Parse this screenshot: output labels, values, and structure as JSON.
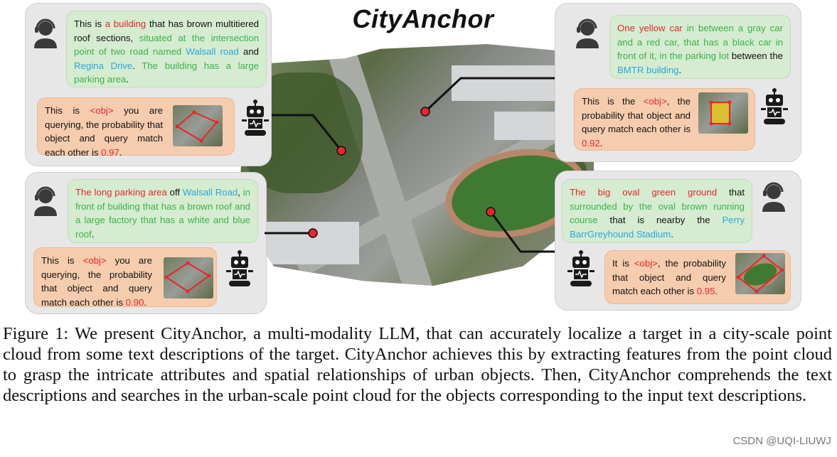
{
  "title": "CityAnchor",
  "panels": {
    "top_left": {
      "query": [
        {
          "t": "This is ",
          "c": ""
        },
        {
          "t": "a building",
          "c": "red"
        },
        {
          "t": " that has brown multitiered roof sections, ",
          "c": ""
        },
        {
          "t": "situated at the intersection point of two road named",
          "c": "grn"
        },
        {
          "t": " ",
          "c": ""
        },
        {
          "t": "Walsall road",
          "c": "blu"
        },
        {
          "t": " and ",
          "c": ""
        },
        {
          "t": "Regina Drive",
          "c": "blu"
        },
        {
          "t": ". ",
          "c": ""
        },
        {
          "t": "The building has a large parking area",
          "c": "grn"
        },
        {
          "t": ".",
          "c": ""
        }
      ],
      "answer": [
        {
          "t": "This is ",
          "c": ""
        },
        {
          "t": "<obj>",
          "c": "red"
        },
        {
          "t": " you are querying, the probability that object and query match each other is ",
          "c": ""
        },
        {
          "t": "0.97",
          "c": "red"
        },
        {
          "t": ".",
          "c": ""
        }
      ]
    },
    "bottom_left": {
      "query": [
        {
          "t": "The long parking area",
          "c": "red"
        },
        {
          "t": " off ",
          "c": ""
        },
        {
          "t": "Walsall Road",
          "c": "blu"
        },
        {
          "t": ", ",
          "c": ""
        },
        {
          "t": "in front of building that has a brown roof and a large factory that has a white and blue roof",
          "c": "grn"
        },
        {
          "t": ".",
          "c": ""
        }
      ],
      "answer": [
        {
          "t": "This is ",
          "c": ""
        },
        {
          "t": "<obj>",
          "c": "red"
        },
        {
          "t": " you are querying, the probability that object and query match each other is ",
          "c": ""
        },
        {
          "t": "0.90",
          "c": "red"
        },
        {
          "t": ".",
          "c": ""
        }
      ]
    },
    "top_right": {
      "query": [
        {
          "t": "One yellow car",
          "c": "red"
        },
        {
          "t": " ",
          "c": ""
        },
        {
          "t": "in between a gray car and a red car, that has a black car in front of it, in the parking lot",
          "c": "grn"
        },
        {
          "t": " between the ",
          "c": ""
        },
        {
          "t": "BMTR building",
          "c": "blu"
        },
        {
          "t": ".",
          "c": ""
        }
      ],
      "answer": [
        {
          "t": "This is the ",
          "c": ""
        },
        {
          "t": "<obj>",
          "c": "red"
        },
        {
          "t": ", the probability that object and query match each other is ",
          "c": ""
        },
        {
          "t": "0.92",
          "c": "red"
        },
        {
          "t": ".",
          "c": ""
        }
      ]
    },
    "bottom_right": {
      "query": [
        {
          "t": "The big oval green ground",
          "c": "red"
        },
        {
          "t": " that ",
          "c": ""
        },
        {
          "t": "surrounded by the oval brown running course",
          "c": "grn"
        },
        {
          "t": " that is nearby the ",
          "c": ""
        },
        {
          "t": "Perry BarrGreyhound Stadium",
          "c": "blu"
        },
        {
          "t": ".",
          "c": ""
        }
      ],
      "answer": [
        {
          "t": "It is ",
          "c": ""
        },
        {
          "t": "<obj>",
          "c": "red"
        },
        {
          "t": ", the probability that object and query match each other is ",
          "c": ""
        },
        {
          "t": "0.95",
          "c": "red"
        },
        {
          "t": ".",
          "c": ""
        }
      ]
    }
  },
  "caption": "Figure 1: We present CityAnchor, a multi-modality LLM, that can accurately localize a target in a city-scale point cloud from some text descriptions of the target. CityAnchor achieves this by extracting features from the point cloud to grasp the intricate attributes and spatial relationships of urban objects. Then, CityAnchor comprehends the text descriptions and searches in the urban-scale point cloud for the objects corresponding to the input text descriptions.",
  "watermark": "CSDN @UQI-LIUWJ",
  "colors": {
    "red": "#e8262b",
    "green": "#3bb24b",
    "blue": "#2aa7dd",
    "query_bg": "#d5ecd0",
    "answer_bg": "#f6ccae"
  },
  "icons": {
    "user": "user-headset-icon",
    "robot": "robot-icon"
  }
}
